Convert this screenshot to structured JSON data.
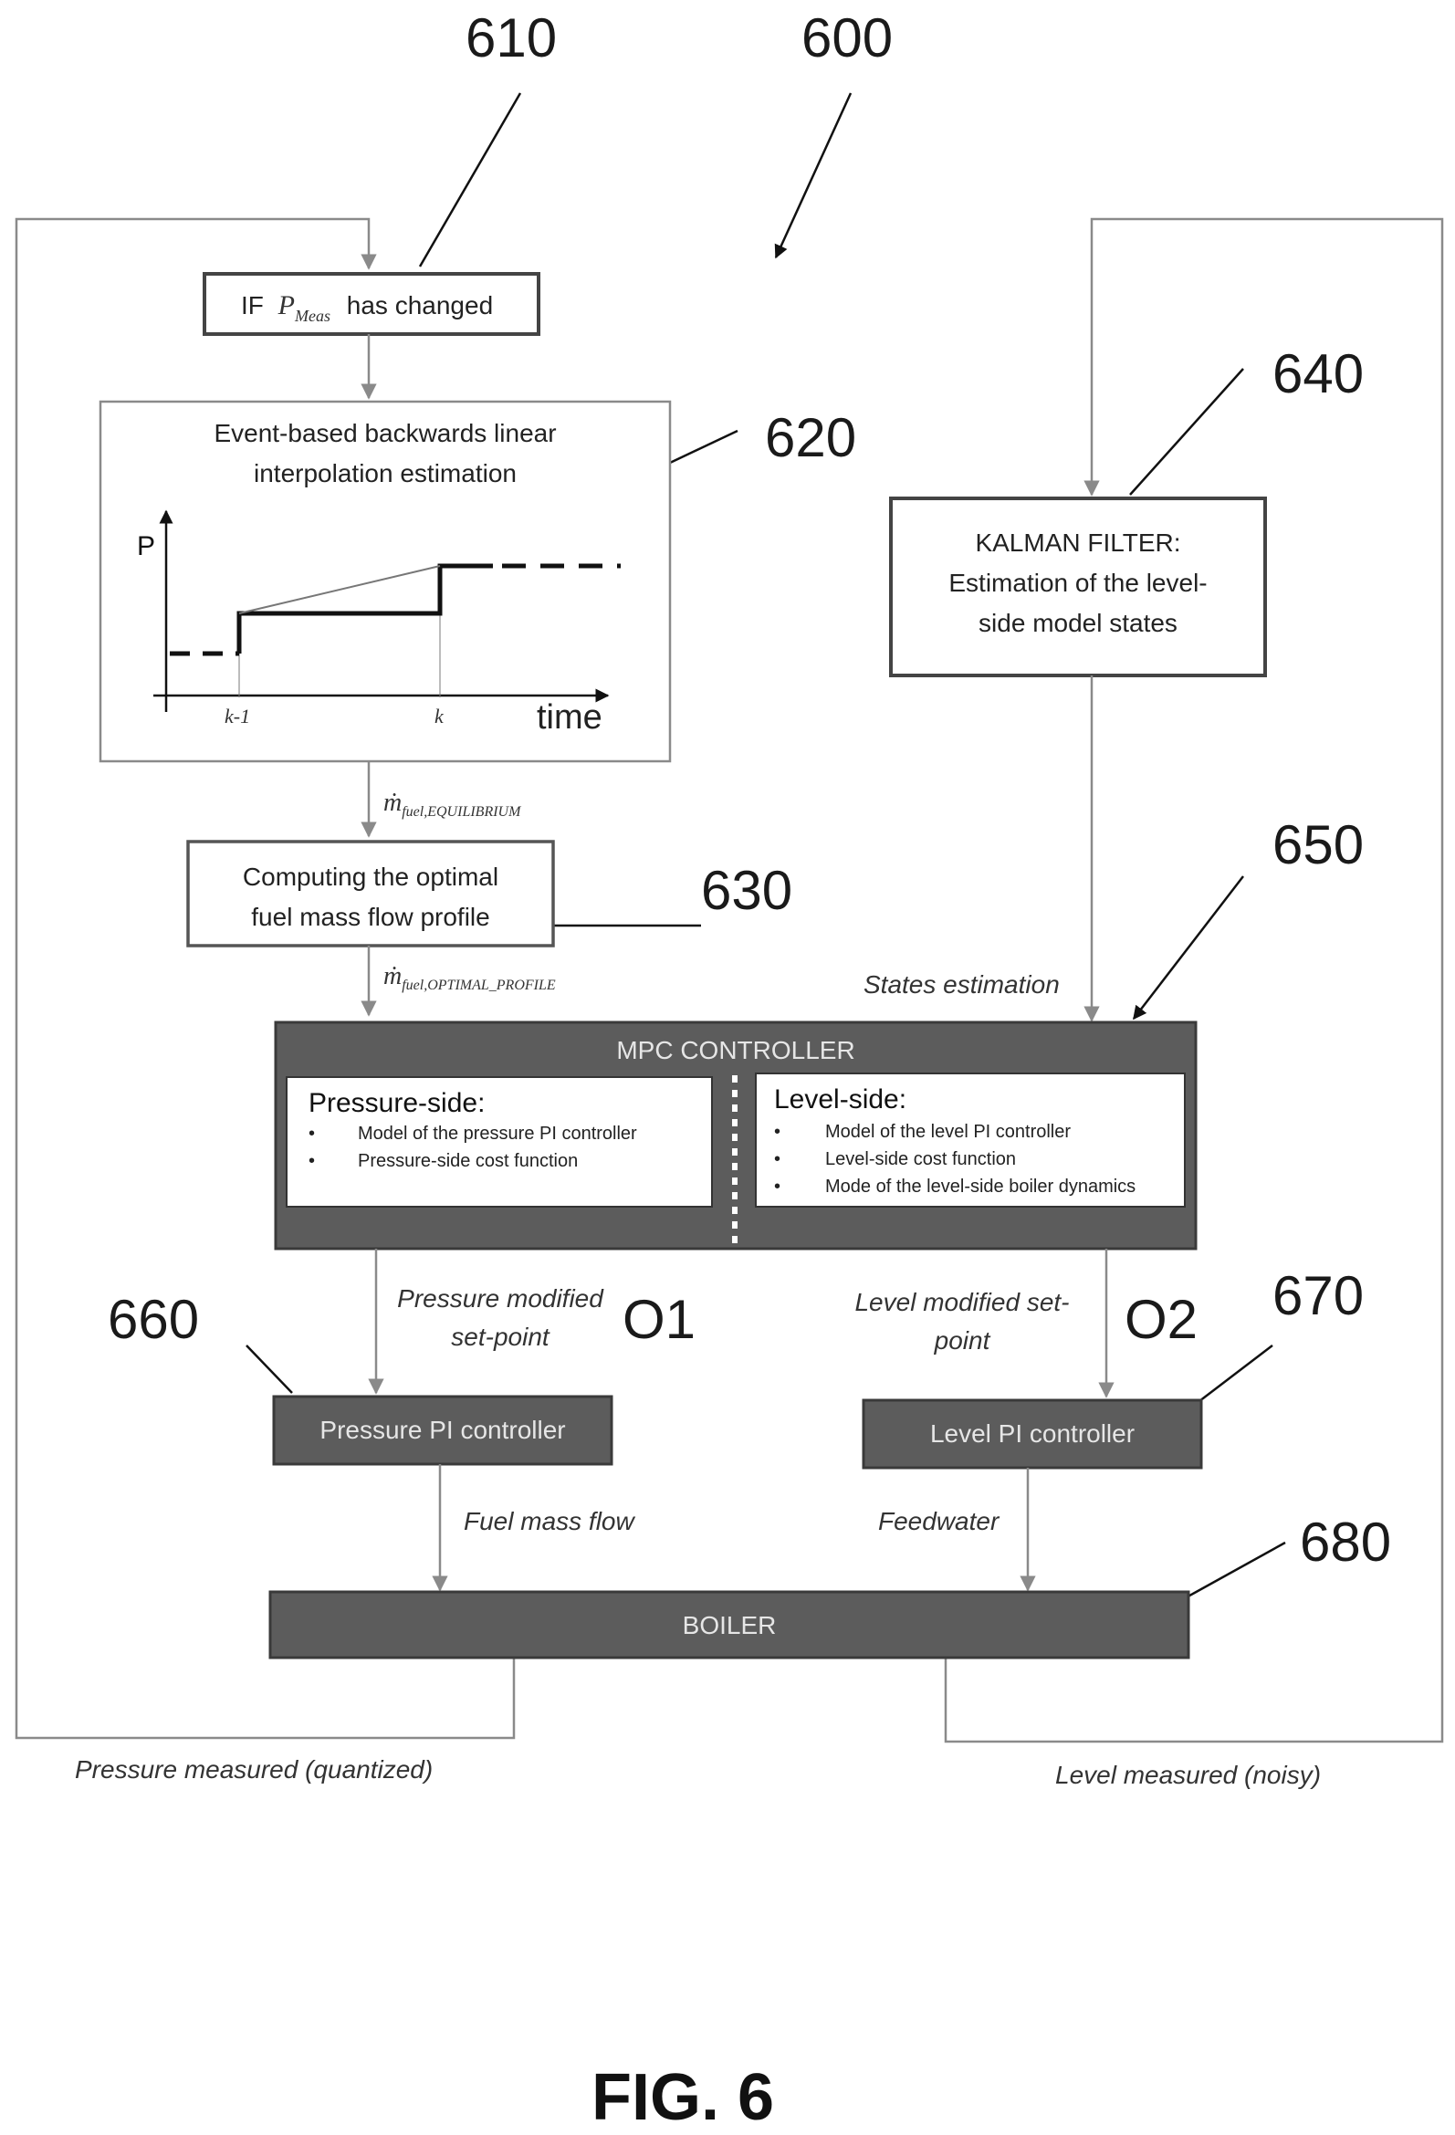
{
  "refs": {
    "r600": "600",
    "r610": "610",
    "r620": "620",
    "r630": "630",
    "r640": "640",
    "r650": "650",
    "r660": "660",
    "r670": "670",
    "r680": "680",
    "o1": "O1",
    "o2": "O2"
  },
  "boxes": {
    "if_prefix": "IF",
    "if_var": "P",
    "if_sub": "Meas",
    "if_suffix": "has changed",
    "interp_line1": "Event-based backwards linear",
    "interp_line2": "interpolation estimation",
    "kalman_line1": "KALMAN FILTER:",
    "kalman_line2": "Estimation of the level-",
    "kalman_line3": "side model states",
    "optimal_line1": "Computing the optimal",
    "optimal_line2": "fuel mass flow profile",
    "mpc_title": "MPC CONTROLLER",
    "pressure_side_title": "Pressure-side:",
    "pressure_items": [
      "Model of the pressure PI controller",
      "Pressure-side cost function"
    ],
    "level_side_title": "Level-side:",
    "level_items": [
      "Model of the level PI controller",
      "Level-side cost function",
      "Mode of the level-side boiler dynamics"
    ],
    "pressure_pi": "Pressure PI controller",
    "level_pi": "Level PI controller",
    "boiler": "BOILER"
  },
  "graph": {
    "y_label": "P",
    "x_label": "time",
    "tick_km1": "k-1",
    "tick_k": "k"
  },
  "flow_labels": {
    "m_dot": "ṁ",
    "m_sub_equilibrium": "fuel,EQUILIBRIUM",
    "m_sub_optimal": "fuel,OPTIMAL_PROFILE",
    "states_estimation": "States estimation",
    "pressure_modified_1": "Pressure modified",
    "pressure_modified_2": "set-point",
    "level_modified_1": "Level modified set-",
    "level_modified_2": "point",
    "fuel_mass_flow": "Fuel mass flow",
    "feedwater": "Feedwater",
    "pressure_measured": "Pressure measured (quantized)",
    "level_measured": "Level measured (noisy)"
  },
  "caption": "FIG. 6"
}
